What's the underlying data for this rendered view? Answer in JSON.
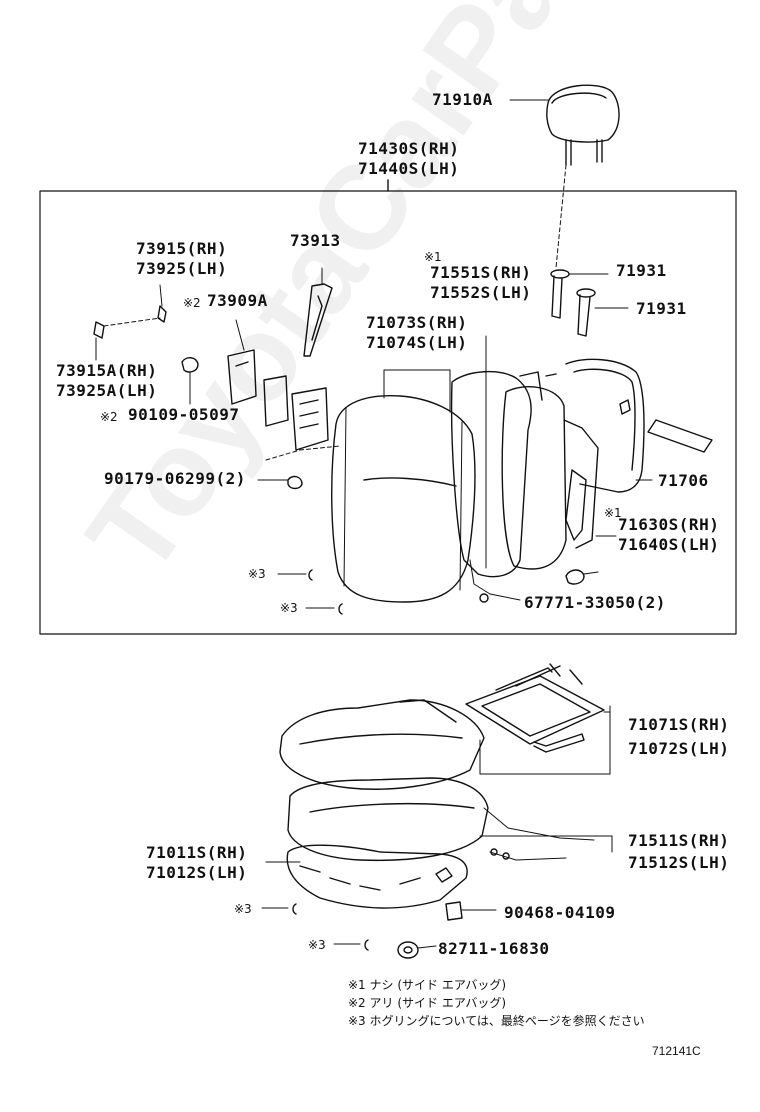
{
  "labels": {
    "headrest": "71910A",
    "back_assy_rh": "71430S(RH)",
    "back_assy_lh": "71440S(LH)",
    "hinge_cover_rh": "73915(RH)",
    "hinge_cover_lh": "73925(LH)",
    "support": "73913",
    "airbag_mark": "※2",
    "airbag_part": "73909A",
    "pad_rh": "71073S(RH)",
    "pad_lh": "71074S(LH)",
    "support_note": "※1",
    "support_rh": "71551S(RH)",
    "support_lh": "71552S(LH)",
    "guide_1": "71931",
    "guide_2": "71931",
    "hinge_rh": "73915A(RH)",
    "hinge_lh": "73925A(LH)",
    "bolt_mark": "※2",
    "bolt": "90109-05097",
    "screw": "90179-06299(2)",
    "spring": "71706",
    "frame_note": "※1",
    "frame_rh": "71630S(RH)",
    "frame_lh": "71640S(LH)",
    "hog_ring_1": "※3",
    "hog_ring_2": "※3",
    "clip": "67771-33050(2)",
    "cushion_frame_rh": "71071S(RH)",
    "cushion_frame_lh": "71072S(LH)",
    "cushion_pad_rh": "71511S(RH)",
    "cushion_pad_lh": "71512S(LH)",
    "cushion_cover_rh": "71011S(RH)",
    "cushion_cover_lh": "71012S(LH)",
    "hog_ring_3": "※3",
    "clip_2": "90468-04109",
    "hog_ring_4": "※3",
    "connector": "82711-16830"
  },
  "notes": [
    "※1 ナシ (サイド エアバッグ)",
    "※2 アリ (サイド エアバッグ)",
    "※3 ホグリングについては、最終ページを参照ください"
  ],
  "reference": "712141C",
  "watermark": "ToyotaCarParts.ru",
  "colors": {
    "line": "#111111",
    "background": "#ffffff"
  }
}
